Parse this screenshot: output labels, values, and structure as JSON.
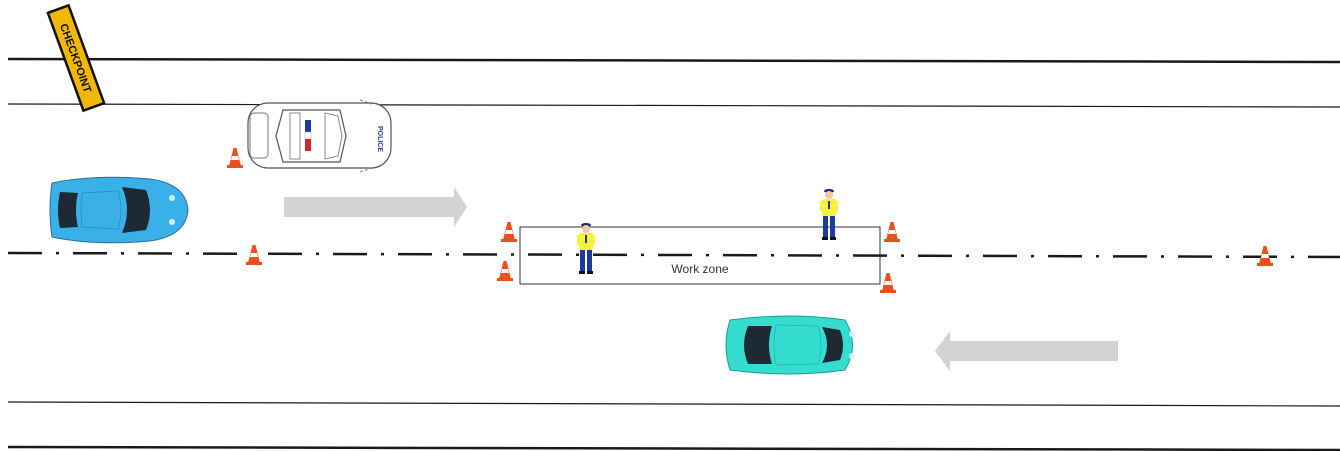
{
  "signs": {
    "checkpoint": "CHECKPOINT"
  },
  "vehicles": {
    "police_label": "POLICE"
  },
  "zones": {
    "work_zone_label": "Work zone"
  },
  "colors": {
    "road_line": "#1a1a1a",
    "sign_yellow": "#f2b705",
    "car_blue": "#3ab0e8",
    "car_teal": "#35dcd0",
    "cone_orange": "#e8501e",
    "arrow_gray": "#d3d3d3",
    "officer_shirt": "#f4f23a",
    "officer_pants": "#1f3a9e"
  }
}
